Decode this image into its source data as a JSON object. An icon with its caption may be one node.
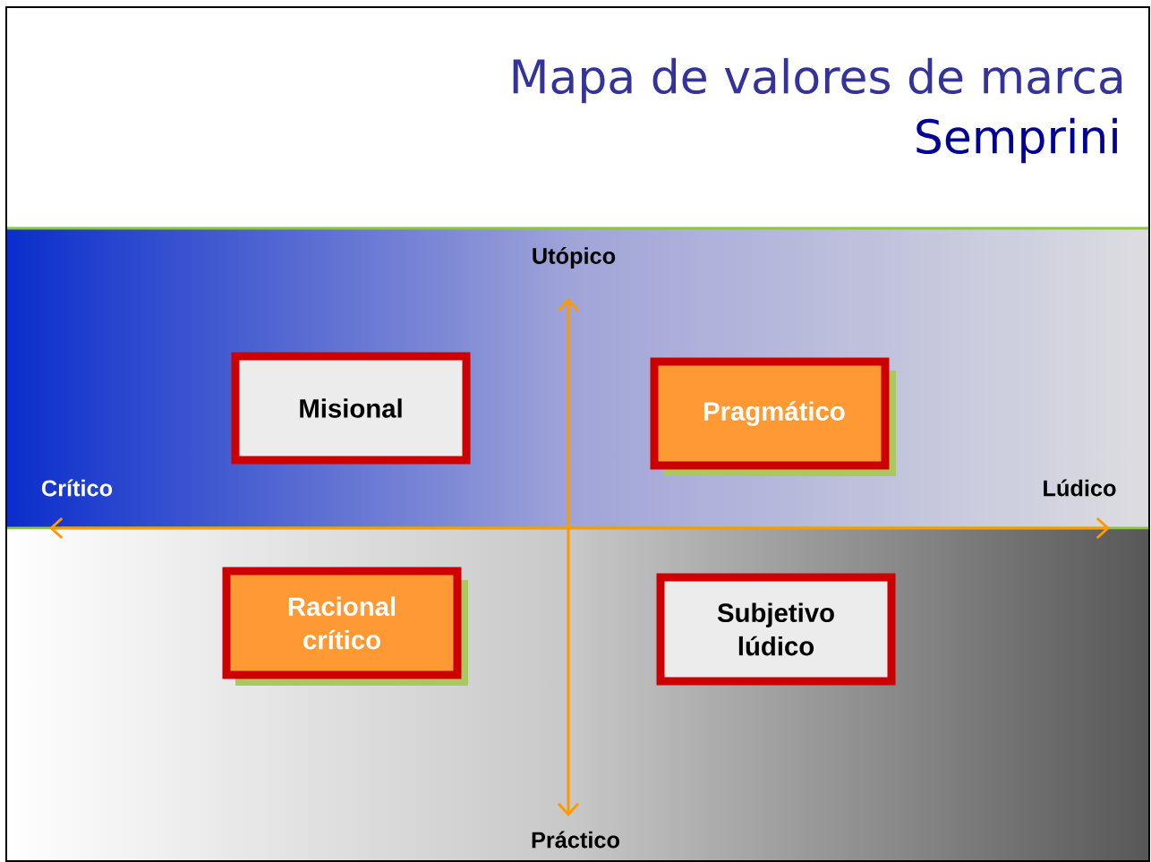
{
  "diagram": {
    "title": "Mapa de valores de marca",
    "nodes": [
      {
        "text": [
          "Misional"
        ]
      },
      {
        "text": [
          "Pragmático"
        ]
      },
      {
        "text": [
          "Racional crítico"
        ]
      },
      {
        "text": [
          "Subjetivo lúdico"
        ]
      }
    ],
    "edges": [],
    "labels": [
      "Semprini",
      "Utópico",
      "Crítico",
      "Lúdico",
      "Práctico"
    ]
  }
}
